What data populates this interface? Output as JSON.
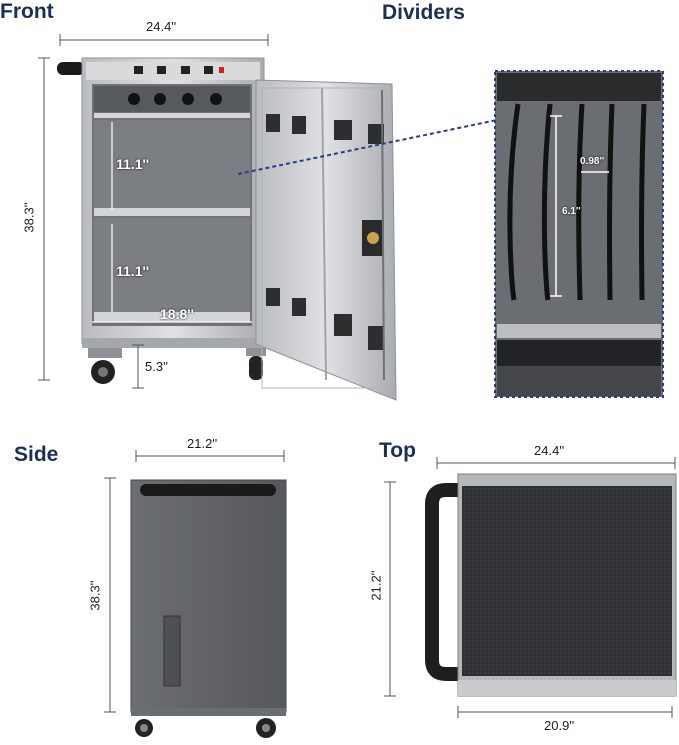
{
  "sections": {
    "front": "Front",
    "dividers": "Dividers",
    "side": "Side",
    "top": "Top"
  },
  "front": {
    "width": "24.4''",
    "height": "38.3''",
    "shelf_upper": "11.1''",
    "shelf_lower": "11.1''",
    "inner_width": "18.8''",
    "wheel_height": "5.3''"
  },
  "dividers": {
    "gap": "0.98''",
    "height": "6.1''"
  },
  "side": {
    "width": "21.2''",
    "height": "38.3''"
  },
  "top": {
    "width_top": "24.4''",
    "depth": "21.2''",
    "width_bottom": "20.9''"
  },
  "colors": {
    "label": "#1c2f55",
    "steel": "#c5c7ca",
    "side_panel": "#5f6266",
    "top_surface": "#2e2f31",
    "leader_line": "#2a3d8a"
  }
}
